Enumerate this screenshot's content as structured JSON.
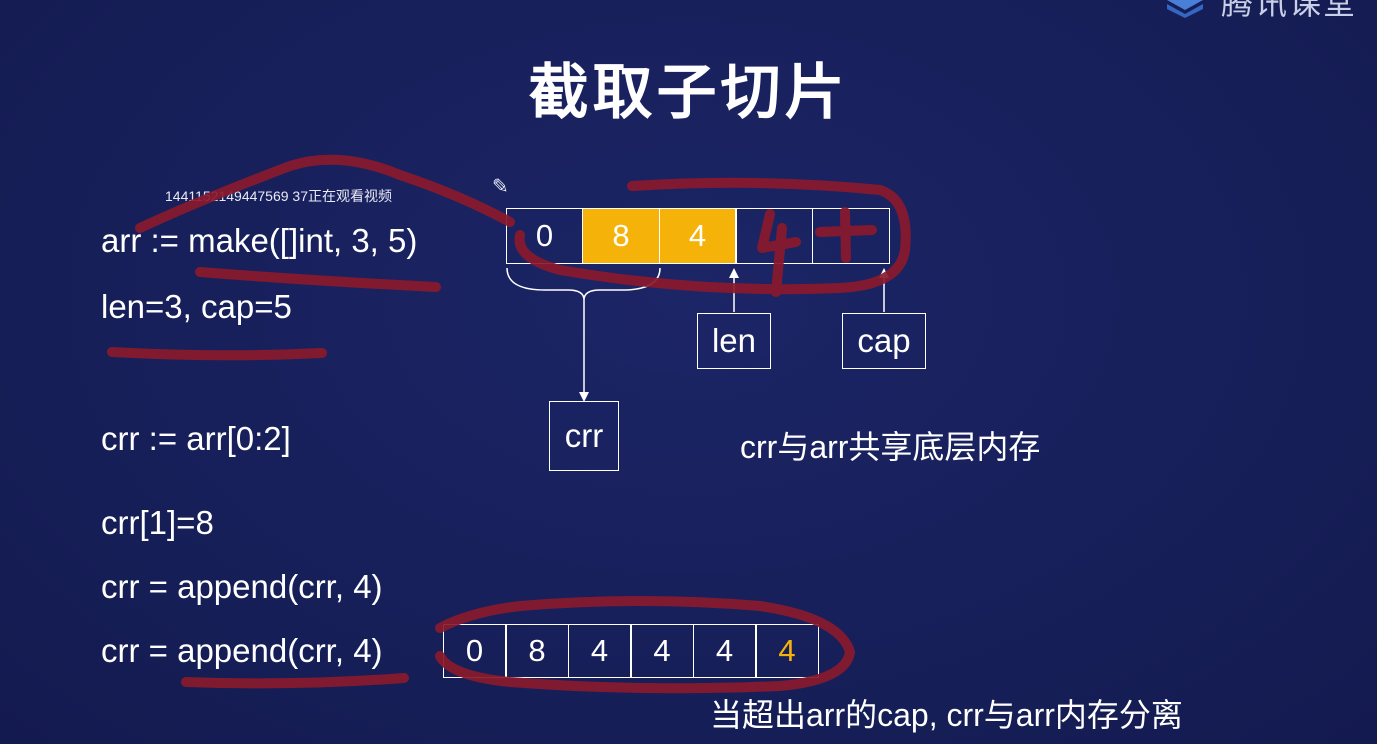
{
  "header": {
    "title": "截取子切片",
    "logo_text": "腾讯课堂",
    "logo_icon": "cube-logo-icon"
  },
  "watermark": "1441152149447569 37正在观看视频",
  "code": {
    "line1": "arr := make([]int, 3, 5)",
    "line2": "len=3, cap=5",
    "line3": "crr := arr[0:2]",
    "line4": "crr[1]=8",
    "line5": "crr = append(crr, 4)",
    "line6": "crr = append(crr, 4)"
  },
  "array_top": {
    "cells": [
      {
        "value": "0",
        "highlight": false
      },
      {
        "value": "8",
        "highlight": true
      },
      {
        "value": "4",
        "highlight": true
      },
      {
        "value": "",
        "highlight": false
      },
      {
        "value": "",
        "highlight": false
      }
    ]
  },
  "labels": {
    "len": "len",
    "cap": "cap",
    "crr": "crr"
  },
  "notes": {
    "shared": "crr与arr共享底层内存",
    "separate": "当超出arr的cap, crr与arr内存分离"
  },
  "array_bottom": {
    "cells": [
      {
        "value": "0",
        "highlight": false
      },
      {
        "value": "8",
        "highlight": false
      },
      {
        "value": "4",
        "highlight": false
      },
      {
        "value": "4",
        "highlight": false
      },
      {
        "value": "4",
        "highlight": false
      },
      {
        "value": "4",
        "highlight": true
      }
    ]
  },
  "colors": {
    "background": "#17205c",
    "highlight": "#f5b30a",
    "annotation": "#8a1a2c"
  }
}
